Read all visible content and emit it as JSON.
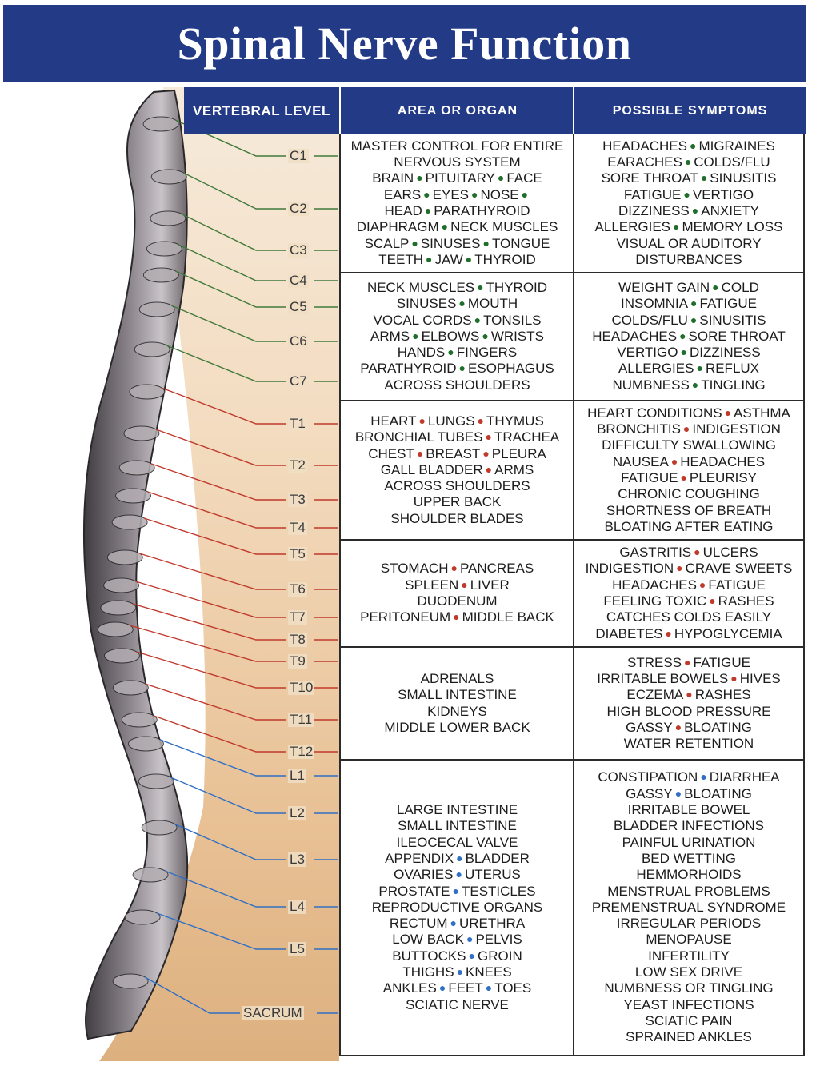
{
  "title": "Spinal Nerve Function",
  "headers": {
    "vertebral_level": "VERTEBRAL LEVEL",
    "area": "AREA OR ORGAN",
    "symptoms": "POSSIBLE SYMPTOMS"
  },
  "levels": {
    "c1": "C1",
    "c2": "C2",
    "c3": "C3",
    "c4": "C4",
    "c5": "C5",
    "c6": "C6",
    "c7": "C7",
    "t1": "T1",
    "t2": "T2",
    "t3": "T3",
    "t4": "T4",
    "t5": "T5",
    "t6": "T6",
    "t7": "T7",
    "t8": "T8",
    "t9": "T9",
    "t10": "T10",
    "t11": "T11",
    "t12": "T12",
    "l1": "L1",
    "l2": "L2",
    "l3": "L3",
    "l4": "L4",
    "l5": "L5",
    "sacrum": "SACRUM"
  },
  "level_colors": {
    "cervical": "#3f7a3a",
    "thoracic": "#c0392b",
    "lumbar": "#2f6fc4"
  },
  "groups": [
    {
      "area": [
        [
          "MASTER CONTROL FOR ENTIRE"
        ],
        [
          "NERVOUS SYSTEM"
        ],
        [
          "BRAIN",
          "PITUITARY",
          "FACE"
        ],
        [
          "EARS",
          "EYES",
          "NOSE",
          ""
        ],
        [
          "HEAD",
          "PARATHYROID"
        ],
        [
          "DIAPHRAGM",
          "NECK MUSCLES"
        ],
        [
          "SCALP",
          "SINUSES",
          "TONGUE"
        ],
        [
          "TEETH",
          "JAW",
          "THYROID"
        ]
      ],
      "symptoms": [
        [
          "HEADACHES",
          "MIGRAINES"
        ],
        [
          "EARACHES",
          "COLDS/FLU"
        ],
        [
          "SORE THROAT",
          "SINUSITIS"
        ],
        [
          "FATIGUE",
          "VERTIGO"
        ],
        [
          "DIZZINESS",
          "ANXIETY"
        ],
        [
          "ALLERGIES",
          "MEMORY LOSS"
        ],
        [
          "VISUAL OR AUDITORY"
        ],
        [
          "DISTURBANCES"
        ]
      ]
    },
    {
      "area": [
        [
          "NECK MUSCLES",
          "THYROID"
        ],
        [
          "SINUSES",
          "MOUTH"
        ],
        [
          "VOCAL CORDS",
          "TONSILS"
        ],
        [
          "ARMS",
          "ELBOWS",
          "WRISTS"
        ],
        [
          "HANDS",
          "FINGERS"
        ],
        [
          "PARATHYROID",
          "ESOPHAGUS"
        ],
        [
          "ACROSS SHOULDERS"
        ]
      ],
      "symptoms": [
        [
          "WEIGHT GAIN",
          "COLD"
        ],
        [
          "INSOMNIA",
          "FATIGUE"
        ],
        [
          "COLDS/FLU",
          "SINUSITIS"
        ],
        [
          "HEADACHES",
          "SORE THROAT"
        ],
        [
          "VERTIGO",
          "DIZZINESS"
        ],
        [
          "ALLERGIES",
          "REFLUX"
        ],
        [
          "NUMBNESS",
          "TINGLING"
        ]
      ]
    },
    {
      "area": [
        [
          "HEART",
          "LUNGS",
          "THYMUS"
        ],
        [
          "BRONCHIAL TUBES",
          "TRACHEA"
        ],
        [
          "CHEST",
          "BREAST",
          "PLEURA"
        ],
        [
          "GALL BLADDER",
          "ARMS"
        ],
        [
          "ACROSS SHOULDERS"
        ],
        [
          "UPPER BACK"
        ],
        [
          "SHOULDER BLADES"
        ]
      ],
      "symptoms": [
        [
          "HEART CONDITIONS",
          "ASTHMA"
        ],
        [
          "BRONCHITIS",
          "INDIGESTION"
        ],
        [
          "DIFFICULTY SWALLOWING"
        ],
        [
          "NAUSEA",
          "HEADACHES"
        ],
        [
          "FATIGUE",
          "PLEURISY"
        ],
        [
          "CHRONIC COUGHING"
        ],
        [
          "SHORTNESS OF BREATH"
        ],
        [
          "BLOATING AFTER EATING"
        ]
      ]
    },
    {
      "area": [
        [
          "STOMACH",
          "PANCREAS"
        ],
        [
          "SPLEEN",
          "LIVER"
        ],
        [
          "DUODENUM"
        ],
        [
          "PERITONEUM",
          "MIDDLE BACK"
        ]
      ],
      "symptoms": [
        [
          "GASTRITIS",
          "ULCERS"
        ],
        [
          "INDIGESTION",
          "CRAVE SWEETS"
        ],
        [
          "HEADACHES",
          "FATIGUE"
        ],
        [
          "FEELING TOXIC",
          "RASHES"
        ],
        [
          "CATCHES COLDS EASILY"
        ],
        [
          "DIABETES",
          "HYPOGLYCEMIA"
        ]
      ]
    },
    {
      "area": [
        [
          "ADRENALS"
        ],
        [
          "SMALL INTESTINE"
        ],
        [
          "KIDNEYS"
        ],
        [
          "MIDDLE LOWER BACK"
        ]
      ],
      "symptoms": [
        [
          "STRESS",
          "FATIGUE"
        ],
        [
          "IRRITABLE BOWELS",
          "HIVES"
        ],
        [
          "ECZEMA",
          "RASHES"
        ],
        [
          "HIGH BLOOD PRESSURE"
        ],
        [
          "GASSY",
          "BLOATING"
        ],
        [
          "WATER RETENTION"
        ]
      ]
    },
    {
      "area": [
        [
          "LARGE INTESTINE"
        ],
        [
          "SMALL INTESTINE"
        ],
        [
          "ILEOCECAL VALVE"
        ],
        [
          "APPENDIX",
          "BLADDER"
        ],
        [
          "OVARIES",
          "UTERUS"
        ],
        [
          "PROSTATE",
          "TESTICLES"
        ],
        [
          "REPRODUCTIVE ORGANS"
        ],
        [
          "RECTUM",
          "URETHRA"
        ],
        [
          "LOW BACK",
          "PELVIS"
        ],
        [
          "BUTTOCKS",
          "GROIN"
        ],
        [
          "THIGHS",
          "KNEES"
        ],
        [
          "ANKLES",
          "FEET",
          "TOES"
        ],
        [
          "SCIATIC NERVE"
        ]
      ],
      "symptoms": [
        [
          "CONSTIPATION",
          "DIARRHEA"
        ],
        [
          "GASSY",
          "BLOATING"
        ],
        [
          "IRRITABLE BOWEL"
        ],
        [
          "BLADDER INFECTIONS"
        ],
        [
          "PAINFUL URINATION"
        ],
        [
          "BED WETTING"
        ],
        [
          "HEMMORHOIDS"
        ],
        [
          "MENSTRUAL PROBLEMS"
        ],
        [
          "PREMENSTRUAL SYNDROME"
        ],
        [
          "IRREGULAR PERIODS"
        ],
        [
          "MENOPAUSE"
        ],
        [
          "INFERTILITY"
        ],
        [
          "LOW SEX DRIVE"
        ],
        [
          "NUMBNESS OR TINGLING"
        ],
        [
          "YEAST INFECTIONS"
        ],
        [
          "SCIATIC PAIN"
        ],
        [
          "SPRAINED ANKLES"
        ]
      ]
    }
  ]
}
